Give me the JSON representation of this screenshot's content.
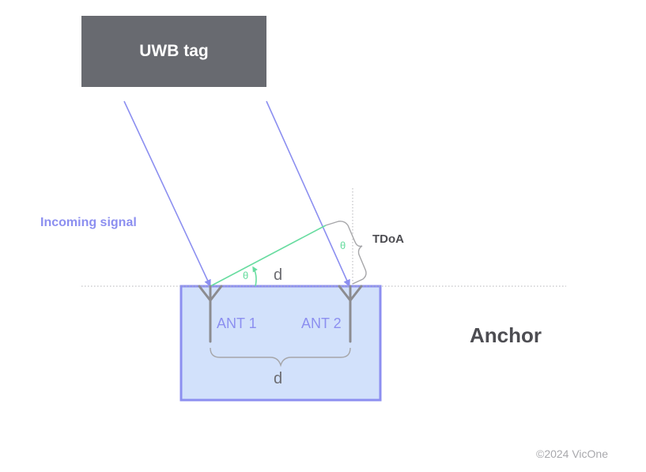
{
  "tag": {
    "label": "UWB tag"
  },
  "signal": {
    "label": "Incoming signal"
  },
  "tdoa": {
    "label": "TDoA"
  },
  "anchor": {
    "label": "Anchor"
  },
  "antennas": {
    "ant1": "ANT 1",
    "ant2": "ANT 2"
  },
  "distance": {
    "top": "d",
    "bottom": "d"
  },
  "angle": {
    "symbol_1": "θ",
    "symbol_2": "θ"
  },
  "footer": {
    "copyright": "©2024 VicOne"
  },
  "colors": {
    "tag_box": "#686a70",
    "signal": "#8c8ff0",
    "anchor_fill": "#d2e1fb",
    "anchor_border": "#8c8ff0",
    "antenna": "#8c8c90",
    "angle_line": "#68dca0",
    "text_dark": "#4d4d52"
  }
}
